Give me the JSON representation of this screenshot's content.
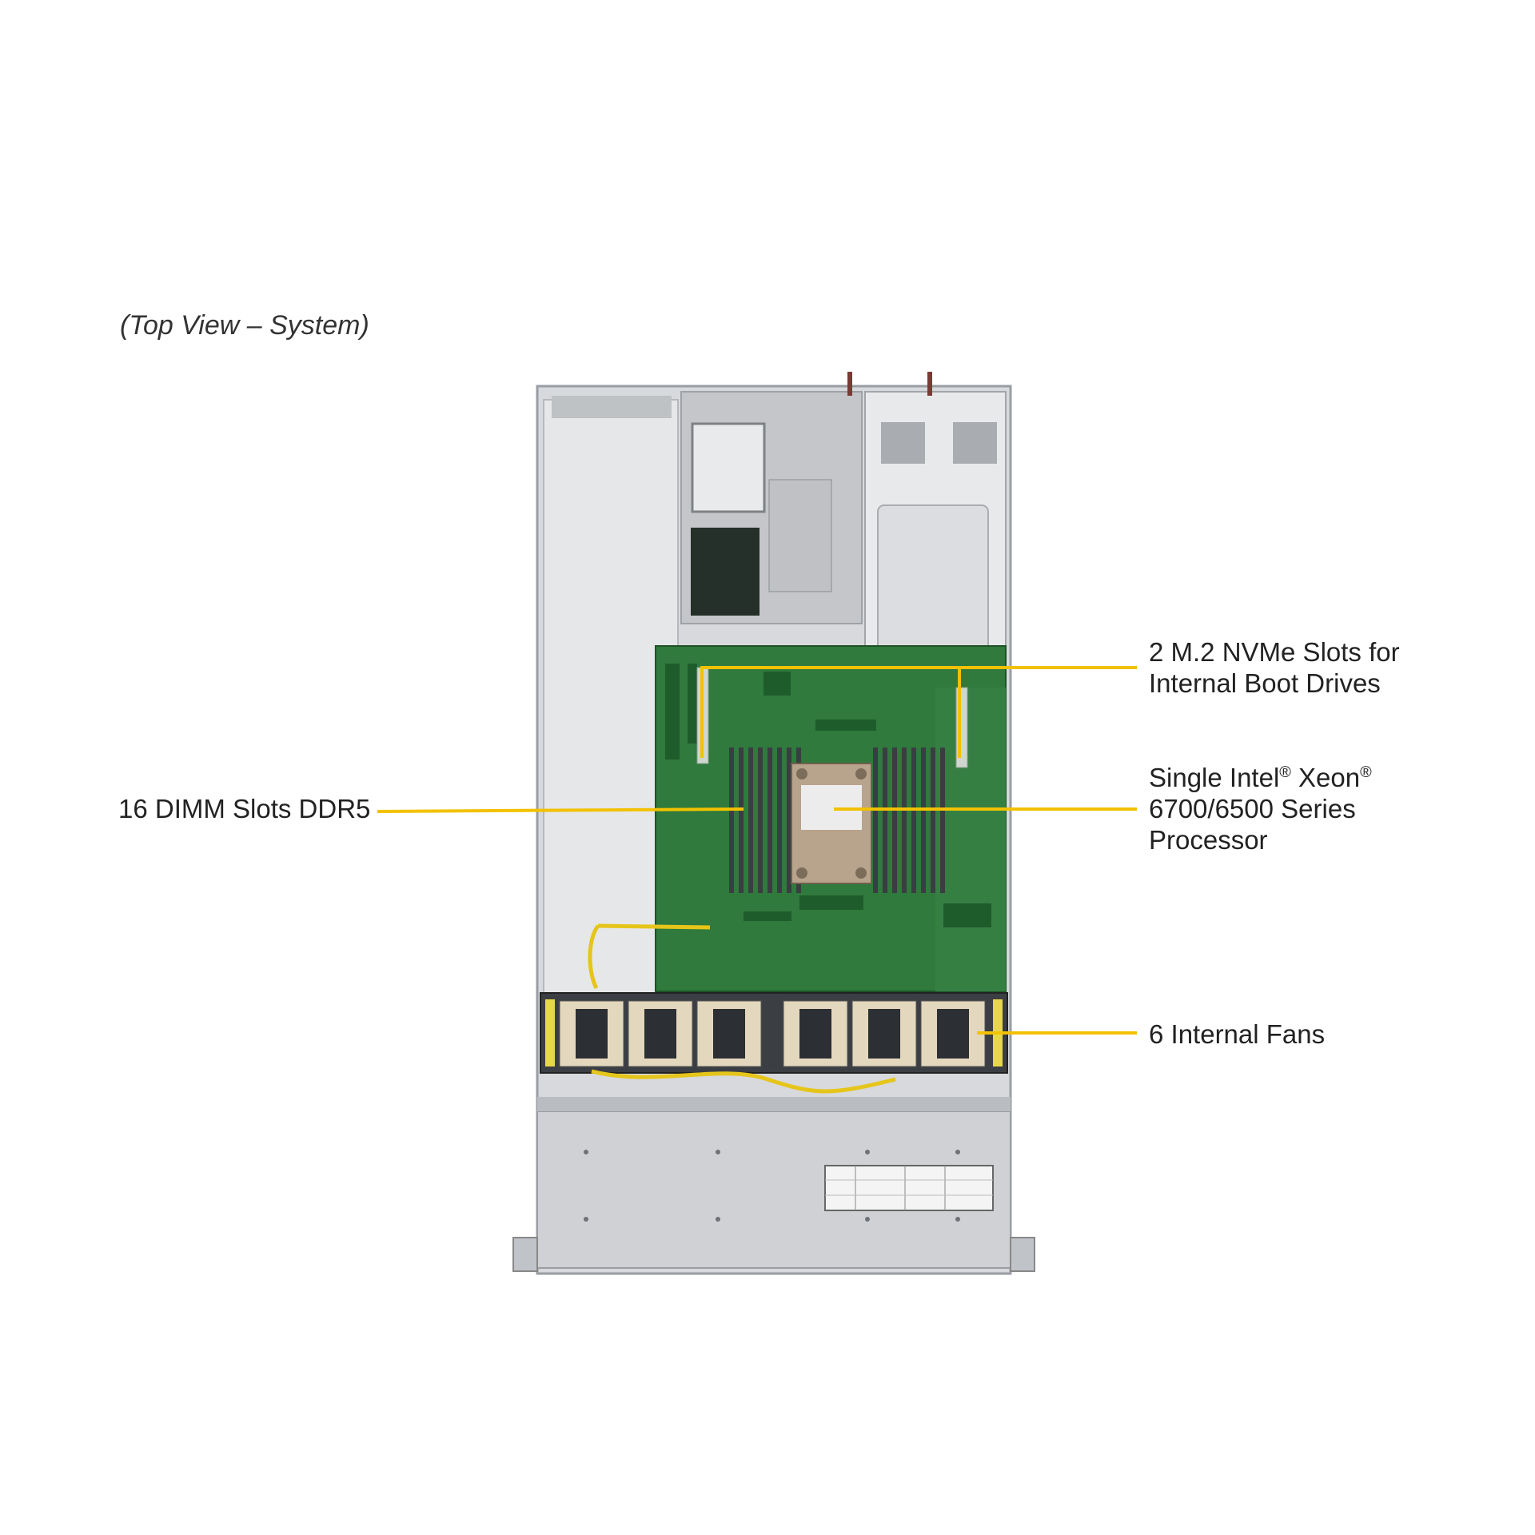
{
  "caption": "(Top View – System)",
  "callouts": {
    "nvme": {
      "line1": "2 M.2 NVMe Slots for",
      "line2": "Internal Boot Drives"
    },
    "cpu": {
      "line1a": "Single Intel",
      "line1b": "®",
      "line1c": " Xeon",
      "line1d": "®",
      "line2": "6700/6500 Series",
      "line3": "Processor"
    },
    "dimm": "16 DIMM Slots DDR5",
    "fans": "6 Internal Fans"
  },
  "colors": {
    "callout_line": "#f2c100",
    "chassis": "#c9cbce",
    "chassis_dark": "#8e9196",
    "board": "#2f7a3c",
    "dimm": "#3a3d42",
    "heatsink": "#b8a48c",
    "fan": "#e3d8bd"
  },
  "icons": [
    "cpu-heatsink-icon",
    "fan-icon",
    "dimm-slot-icon",
    "m2-slot-icon"
  ]
}
